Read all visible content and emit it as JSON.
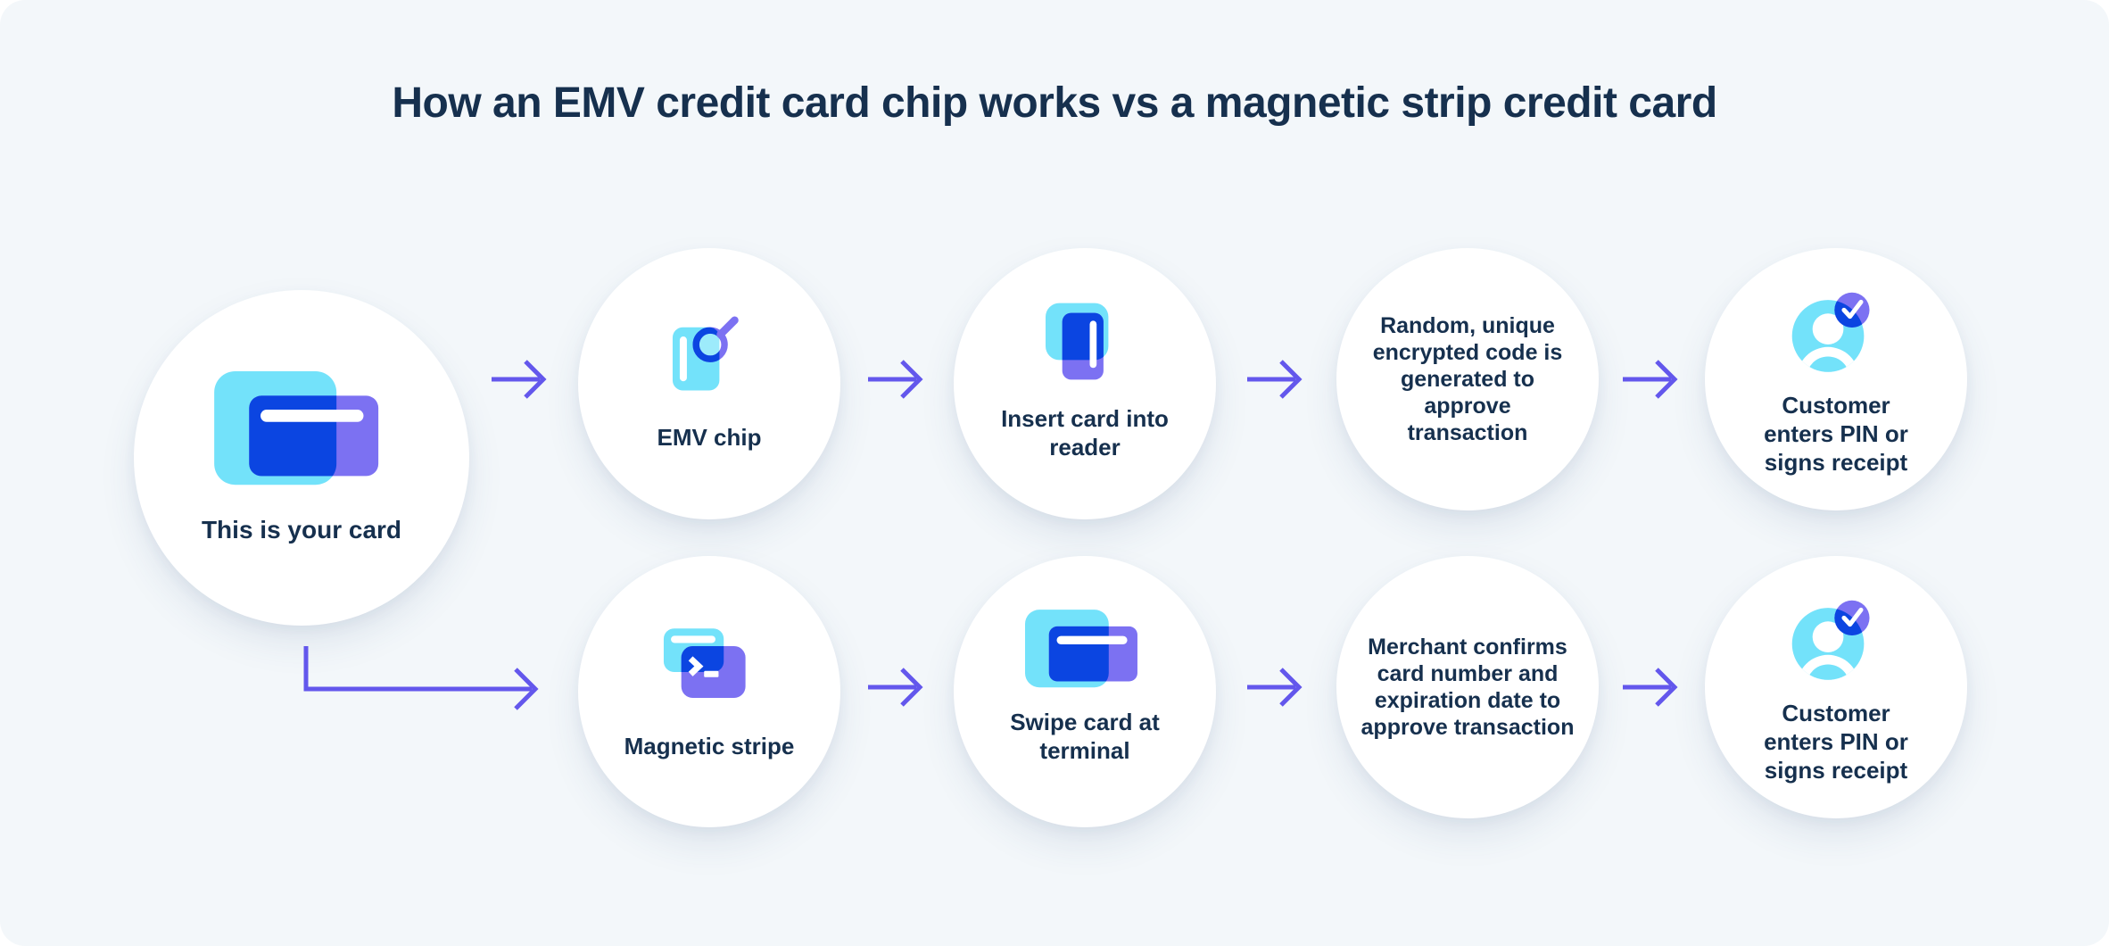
{
  "title": "How an EMV credit card chip works vs a magnetic strip credit card",
  "colors": {
    "background": "#F3F7FA",
    "circle_fill": "#FFFFFF",
    "text": "#16304E",
    "icon_cyan": "#73E2FA",
    "icon_purple": "#7C71F2",
    "icon_overlap_blue": "#0B45E1",
    "arrow_purple": "#6357EC"
  },
  "flow": {
    "start": {
      "label": "This is your card",
      "icon": "credit-card-icon"
    },
    "emv_row": [
      {
        "label": "EMV chip",
        "icon": "card-magnifier-icon"
      },
      {
        "label": "Insert card into reader",
        "icon": "card-reader-icon"
      },
      {
        "label": "Random, unique encrypted code is generated to approve transaction",
        "icon": null
      },
      {
        "label": "Customer enters PIN or signs receipt",
        "icon": "person-check-icon"
      }
    ],
    "magnetic_row": [
      {
        "label": "Magnetic stripe",
        "icon": "card-terminal-icon"
      },
      {
        "label": "Swipe card at terminal",
        "icon": "credit-card-icon"
      },
      {
        "label": "Merchant confirms card number and expiration date to approve transaction",
        "icon": null
      },
      {
        "label": "Customer enters PIN or signs receipt",
        "icon": "person-check-icon"
      }
    ]
  }
}
